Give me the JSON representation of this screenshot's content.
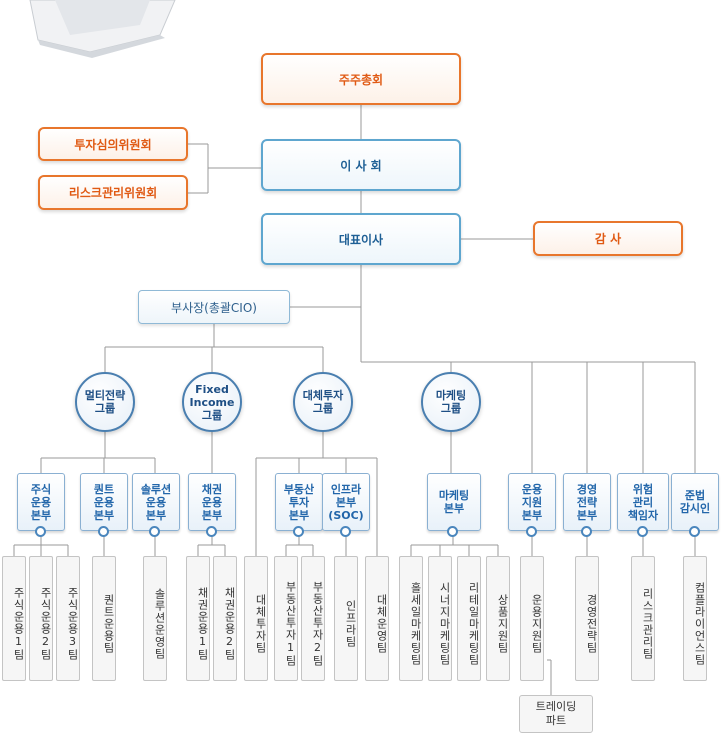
{
  "top": {
    "shareholders": "주주총회",
    "board": "이 사 회",
    "ceo": "대표이사",
    "audit": "감 사",
    "investment_committee": "투자심의위원회",
    "risk_committee": "리스크관리위원회",
    "vice_president": "부사장(총괄CIO)"
  },
  "groups": {
    "multi_strategy": "멀티전략\n그룹",
    "fixed_income": "Fixed\nIncome\n그룹",
    "alternative": "대체투자\n그룹",
    "marketing": "마케팅\n그룹"
  },
  "divisions": {
    "equity": "주식\n운용\n본부",
    "quant": "퀀트\n운용\n본부",
    "solution": "솔루션\n운용\n본부",
    "bond": "채권\n운용\n본부",
    "realestate": "부동산\n투자\n본부",
    "infra": "인프라\n본부\n(SOC)",
    "marketing": "마케팅\n본부",
    "ops_support": "운용\n지원\n본부",
    "strategy": "경영\n전략\n본부",
    "risk_officer": "위험\n관리\n책임자",
    "compliance_officer": "준법\n감시인"
  },
  "teams": {
    "equity1": "주식운용1팀",
    "equity2": "주식운용2팀",
    "equity3": "주식운용3팀",
    "quant": "퀀트운용팀",
    "solution": "솔루션운영팀",
    "bond1": "채권운용1팀",
    "bond2": "채권운용2팀",
    "alt_invest": "대체투자팀",
    "realestate1": "부동산투자1팀",
    "realestate2": "부동산투자2팀",
    "infra": "인프라팀",
    "alt_ops": "대체운영팀",
    "wholesale": "홀세일마케팅팀",
    "synergy": "시너지마케팅팀",
    "retail": "리테일마케팅팀",
    "product": "상품지원팀",
    "ops_support": "운용지원팀",
    "strategy": "경영전략팀",
    "risk": "리스크관리팀",
    "compliance": "컴플라이언스팀"
  },
  "parts": {
    "trading": "트레이딩\n파트"
  }
}
